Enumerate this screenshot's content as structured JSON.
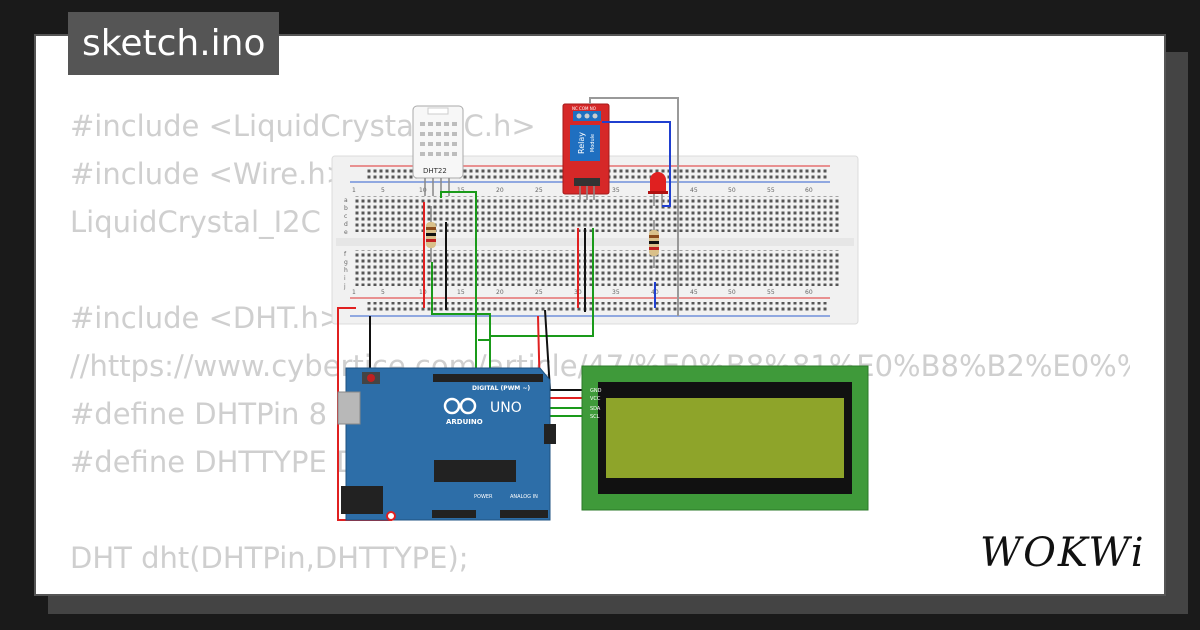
{
  "title": "sketch.ino",
  "code_lines": [
    "#include <LiquidCrystal_I2C.h>",
    "#include <Wire.h>",
    "LiquidCrystal_I2C",
    "",
    "#include <DHT.h>",
    "//https://www.cybertice.com/article/47/%E0%B8%81%E0%B8%B2%E0%%",
    "#define DHTPin 8",
    "#define DHTTYPE D",
    "",
    "DHT dht(DHTPin,DHTTYPE);"
  ],
  "components": {
    "dht_label": "DHT22",
    "relay_label": "Relay",
    "relay_sub": "Module",
    "relay_pins_top": "NC COM NO",
    "arduino_brand": "ARDUINO",
    "arduino_model": "UNO",
    "digital_header": "DIGITAL (PWM ~)",
    "power_header": "POWER",
    "analog_header": "ANALOG IN",
    "lcd_pins": [
      "GND",
      "VCC",
      "SDA",
      "SCL"
    ],
    "breadboard_cols": [
      "1",
      "5",
      "10",
      "15",
      "20",
      "25",
      "30",
      "35",
      "40",
      "45",
      "50",
      "55",
      "60"
    ],
    "breadboard_rows_top": [
      "j",
      "i",
      "h",
      "g",
      "f"
    ],
    "breadboard_rows_bottom": [
      "e",
      "d",
      "c",
      "b",
      "a"
    ]
  },
  "brand": "WOKWi",
  "colors": {
    "background": "#1a1a1a",
    "card": "#ffffff",
    "titlebar": "#555555",
    "code_text": "#cfcfcf",
    "arduino": "#2d6ea8",
    "lcd_frame": "#3f9a3a",
    "lcd_screen": "#8ea42a",
    "relay": "#d62828",
    "wire_red": "#e02020",
    "wire_black": "#111111",
    "wire_green": "#1a9a1a",
    "wire_blue": "#1f3fcf",
    "wire_gray": "#999999"
  }
}
